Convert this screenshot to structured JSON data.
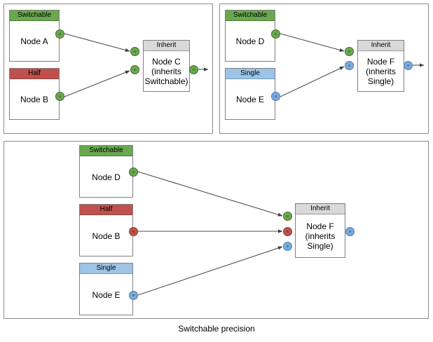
{
  "diagram": {
    "caption": "Switchable precision",
    "colors": {
      "switchable": "#6aa84f",
      "half": "#c0504d",
      "single": "#9dc3e6",
      "inherit": "#d9d9d9",
      "panel_border": "#8c8c8c",
      "edge": "#4d4d4d"
    },
    "panels": [
      {
        "id": "panel-top-left",
        "nodes": [
          {
            "id": "node-a",
            "header": "Switchable",
            "header_type": "switchable",
            "body": [
              "Node A"
            ]
          },
          {
            "id": "node-b",
            "header": "Half",
            "header_type": "half",
            "body": [
              "Node B"
            ]
          },
          {
            "id": "node-c",
            "header": "Inherit",
            "header_type": "inherit",
            "body": [
              "Node C",
              "(inherits",
              "Switchable)"
            ]
          }
        ],
        "ports": [
          {
            "id": "port-a-out",
            "color": "green"
          },
          {
            "id": "port-b-out",
            "color": "green"
          },
          {
            "id": "port-c-in-1",
            "color": "green"
          },
          {
            "id": "port-c-in-2",
            "color": "green"
          },
          {
            "id": "port-c-out",
            "color": "green"
          }
        ],
        "edges": [
          {
            "from": "node-a",
            "to": "node-c"
          },
          {
            "from": "node-b",
            "to": "node-c"
          },
          {
            "from": "node-c",
            "to": "output"
          }
        ]
      },
      {
        "id": "panel-top-right",
        "nodes": [
          {
            "id": "node-d",
            "header": "Switchable",
            "header_type": "switchable",
            "body": [
              "Node D"
            ]
          },
          {
            "id": "node-e",
            "header": "Single",
            "header_type": "single",
            "body": [
              "Node E"
            ]
          },
          {
            "id": "node-f",
            "header": "Inherit",
            "header_type": "inherit",
            "body": [
              "Node F",
              "(inherits",
              "Single)"
            ]
          }
        ],
        "ports": [
          {
            "id": "port-d-out",
            "color": "green"
          },
          {
            "id": "port-e-out",
            "color": "blue"
          },
          {
            "id": "port-f-in-1",
            "color": "green"
          },
          {
            "id": "port-f-in-2",
            "color": "blue"
          },
          {
            "id": "port-f-out",
            "color": "blue"
          }
        ],
        "edges": [
          {
            "from": "node-d",
            "to": "node-f"
          },
          {
            "from": "node-e",
            "to": "node-f"
          },
          {
            "from": "node-f",
            "to": "output"
          }
        ]
      },
      {
        "id": "panel-bottom",
        "nodes": [
          {
            "id": "node-d2",
            "header": "Switchable",
            "header_type": "switchable",
            "body": [
              "Node D"
            ]
          },
          {
            "id": "node-b2",
            "header": "Half",
            "header_type": "half",
            "body": [
              "Node B"
            ]
          },
          {
            "id": "node-e2",
            "header": "Single",
            "header_type": "single",
            "body": [
              "Node E"
            ]
          },
          {
            "id": "node-f2",
            "header": "Inherit",
            "header_type": "inherit",
            "body": [
              "Node F",
              "(inherits",
              "Single)"
            ]
          }
        ],
        "ports": [
          {
            "id": "port-d2-out",
            "color": "green"
          },
          {
            "id": "port-b2-out",
            "color": "red"
          },
          {
            "id": "port-e2-out",
            "color": "blue"
          },
          {
            "id": "port-f2-in-1",
            "color": "green"
          },
          {
            "id": "port-f2-in-2",
            "color": "red"
          },
          {
            "id": "port-f2-in-3",
            "color": "blue"
          },
          {
            "id": "port-f2-out",
            "color": "blue"
          }
        ],
        "edges": [
          {
            "from": "node-d2",
            "to": "node-f2"
          },
          {
            "from": "node-b2",
            "to": "node-f2"
          },
          {
            "from": "node-e2",
            "to": "node-f2"
          }
        ]
      }
    ]
  }
}
